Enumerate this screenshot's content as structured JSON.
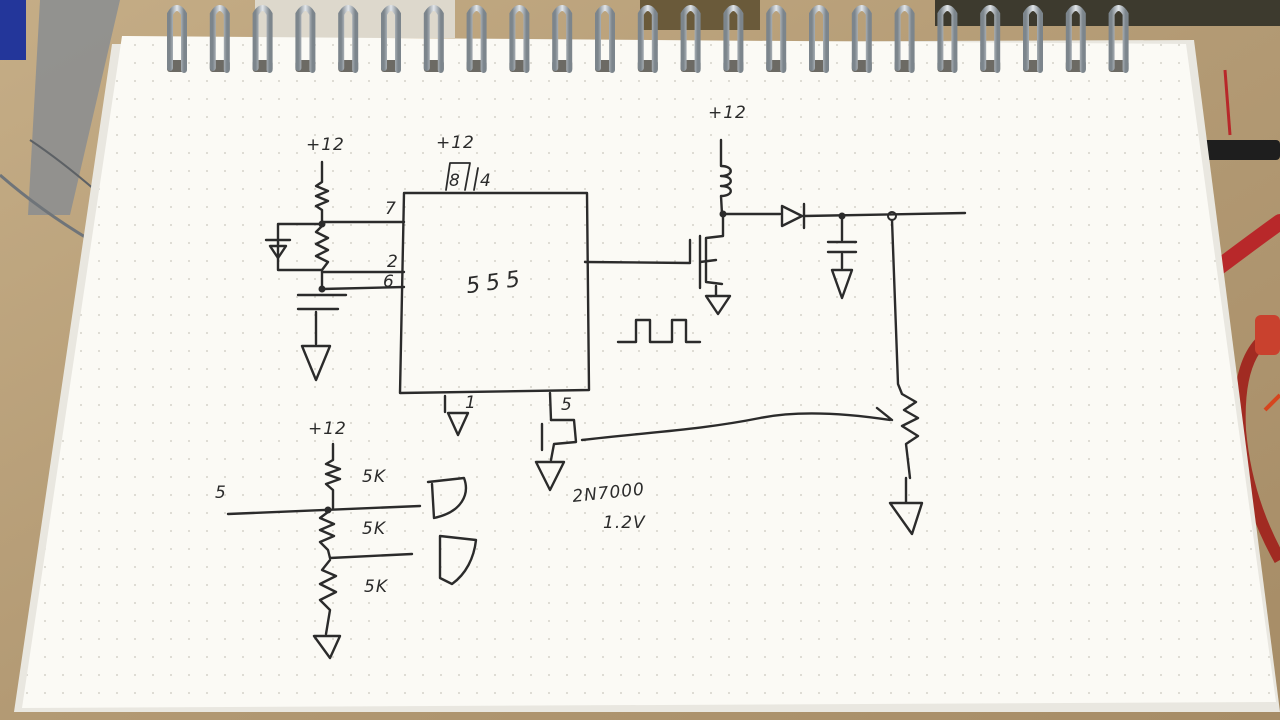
{
  "diagram": {
    "timer": {
      "label": "555",
      "supply_label": "+12",
      "pins": {
        "p8": "8",
        "p4": "4",
        "p7": "7",
        "p2": "2",
        "p6": "6",
        "p1": "1",
        "p5": "5"
      }
    },
    "timing_network": {
      "supply_label": "+12"
    },
    "inductor_supply_label": "+12",
    "divider": {
      "supply_label": "+12",
      "input_label": "5",
      "resistor_labels": [
        "5K",
        "5K",
        "5K"
      ]
    },
    "transistor": {
      "part_label": "2N7000",
      "voltage_label": "1.2V"
    }
  },
  "colors": {
    "ink": "#2b2b2b",
    "paper": "#fbfaf5",
    "desk": "#b9a27e",
    "spiral": "#9aa3ab"
  }
}
